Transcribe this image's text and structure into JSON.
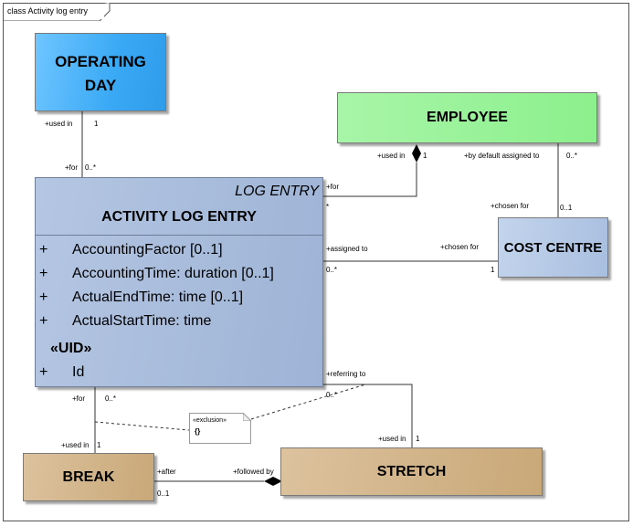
{
  "frame": {
    "title": "class Activity log entry"
  },
  "classes": {
    "operating_day": {
      "name": "OPERATING\nDAY",
      "color": "#3aa9f5"
    },
    "employee": {
      "name": "EMPLOYEE",
      "color": "#8cf08c"
    },
    "cost_centre": {
      "name": "COST CENTRE",
      "color": "#a9bfe0"
    },
    "break": {
      "name": "BREAK",
      "color": "#c9a878"
    },
    "stretch": {
      "name": "STRETCH",
      "color": "#c9a878"
    },
    "activity_log_entry": {
      "stereotype": "LOG ENTRY",
      "name": "ACTIVITY LOG ENTRY",
      "color": "#9eb3d6",
      "attributes": [
        {
          "visibility": "+",
          "text": "AccountingFactor [0..1]"
        },
        {
          "visibility": "+",
          "text": "AccountingTime: duration [0..1]"
        },
        {
          "visibility": "+",
          "text": "ActualEndTime: time [0..1]"
        },
        {
          "visibility": "+",
          "text": "ActualStartTime: time"
        }
      ],
      "uid_section": "«UID»",
      "uid_attribute": {
        "visibility": "+",
        "text": "Id"
      }
    }
  },
  "note": {
    "stereotype": "«exclusion»",
    "body": "{}"
  },
  "associations": {
    "opday_ale": {
      "opday_role": "+used in",
      "opday_mult": "1",
      "ale_role": "+for",
      "ale_mult": "0..*"
    },
    "employee_ale": {
      "employee_role": "+used in",
      "employee_mult": "1",
      "ale_role": "+for",
      "ale_mult": "*"
    },
    "employee_cost": {
      "employee_role": "+by default assigned to",
      "employee_mult": "0..*",
      "cost_role": "+chosen for",
      "cost_mult": "0..1"
    },
    "ale_cost": {
      "ale_role": "+assigned to",
      "ale_mult": "0..*",
      "cost_role": "+chosen for",
      "cost_mult": "1"
    },
    "ale_break": {
      "ale_role": "+for",
      "ale_mult": "0..*",
      "break_role": "+used in",
      "break_mult": "1"
    },
    "ale_stretch": {
      "ale_role": "+referring to",
      "ale_mult": "0..*",
      "stretch_role": "+used in",
      "stretch_mult": "1"
    },
    "break_stretch": {
      "break_role": "+after",
      "break_mult": "0..1",
      "stretch_role": "+followed by"
    }
  }
}
